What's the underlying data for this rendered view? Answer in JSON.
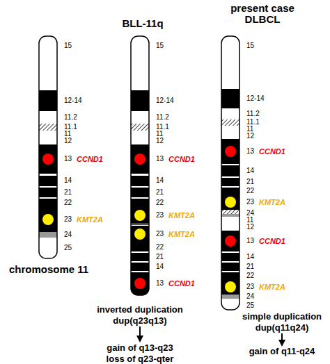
{
  "diagram": {
    "labels": [
      "BLL-11q",
      "present case DLBCL",
      "15",
      "12-14",
      "11.2",
      "11.1",
      "11",
      "12",
      "13",
      "CCND1",
      "14",
      "21",
      "22",
      "23",
      "KMT2A",
      "24",
      "25",
      "chromosome 11",
      "15",
      "12-14",
      "11.2",
      "11.1",
      "11",
      "12",
      "13",
      "CCND1",
      "14",
      "21",
      "22",
      "23",
      "KMT2A",
      "23",
      "KMT2A",
      "22",
      "21",
      "14",
      "13",
      "CCND1",
      "15",
      "12-14",
      "11.2",
      "11.1",
      "11",
      "12",
      "13",
      "CCND1",
      "14",
      "21",
      "22",
      "23",
      "KMT2A",
      "24",
      "11",
      "12",
      "13",
      "CCND1",
      "14",
      "21",
      "22",
      "23",
      "KMT2A",
      "24",
      "25",
      "inverted duplication dup(q23q13)",
      "gain of q13-q23 loss of q23-qter",
      "simple duplication dup(q11q24)",
      "gain of q11-q24"
    ]
  }
}
